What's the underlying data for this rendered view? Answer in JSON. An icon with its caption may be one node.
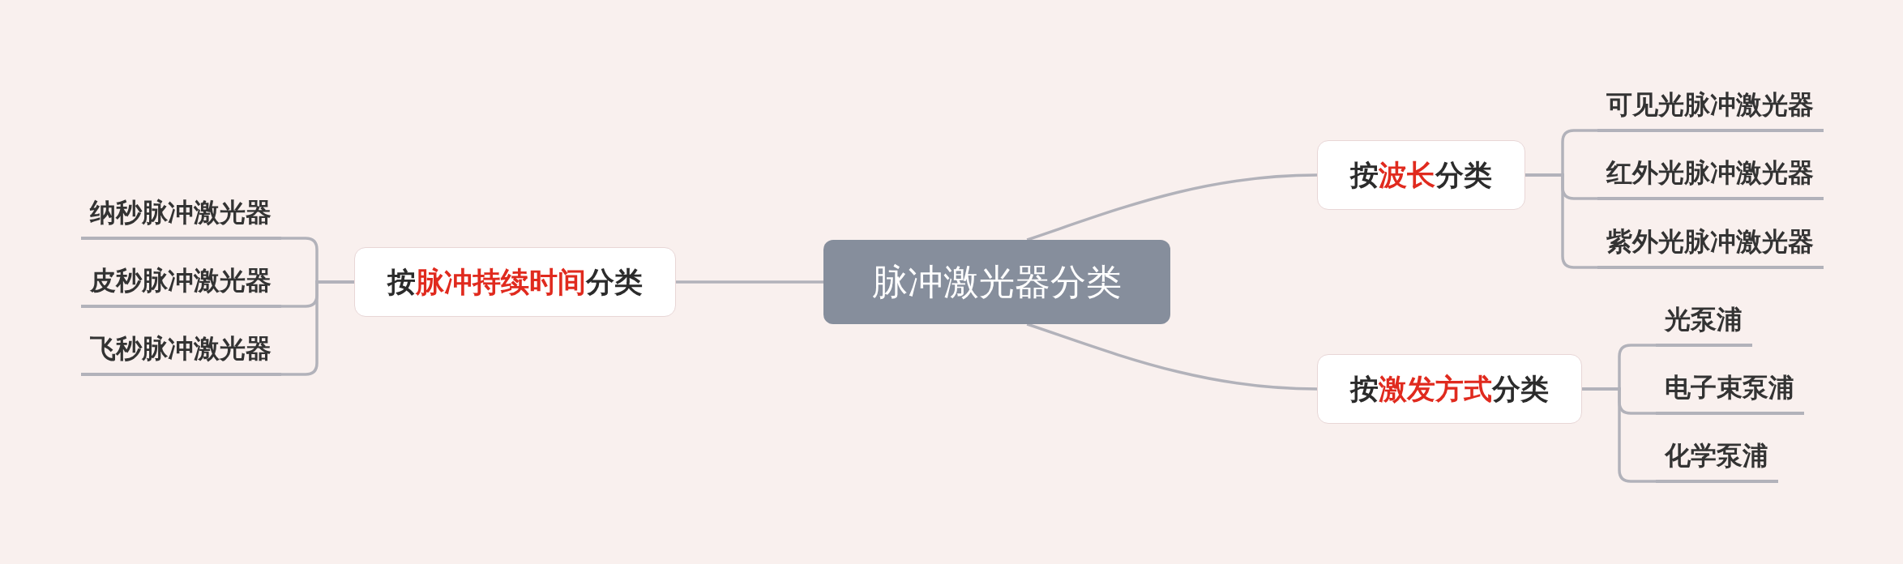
{
  "diagram": {
    "nodes": [
      {
        "text": [
          "脉冲激光器分类"
        ]
      },
      {
        "text": [
          "按**脉冲持续时间**分类"
        ]
      },
      {
        "text": [
          "纳秒脉冲激光器"
        ]
      },
      {
        "text": [
          "皮秒脉冲激光器"
        ]
      },
      {
        "text": [
          "飞秒脉冲激光器"
        ]
      },
      {
        "text": [
          "按**波长**分类"
        ]
      },
      {
        "text": [
          "可见光脉冲激光器"
        ]
      },
      {
        "text": [
          "红外光脉冲激光器"
        ]
      },
      {
        "text": [
          "紫外光脉冲激光器"
        ]
      },
      {
        "text": [
          "按**激发方式**分类"
        ]
      },
      {
        "text": [
          "光泵浦"
        ]
      },
      {
        "text": [
          "电子束泵浦"
        ]
      },
      {
        "text": [
          "化学泵浦"
        ]
      }
    ],
    "edges": [
      {
        "from": 0,
        "to": 1,
        "arrow": "none"
      },
      {
        "from": 1,
        "to": 2,
        "arrow": "none"
      },
      {
        "from": 1,
        "to": 3,
        "arrow": "none"
      },
      {
        "from": 1,
        "to": 4,
        "arrow": "none"
      },
      {
        "from": 0,
        "to": 5,
        "arrow": "none"
      },
      {
        "from": 5,
        "to": 6,
        "arrow": "none"
      },
      {
        "from": 5,
        "to": 7,
        "arrow": "none"
      },
      {
        "from": 5,
        "to": 8,
        "arrow": "none"
      },
      {
        "from": 0,
        "to": 9,
        "arrow": "none"
      },
      {
        "from": 9,
        "to": 10,
        "arrow": "none"
      },
      {
        "from": 9,
        "to": 11,
        "arrow": "none"
      },
      {
        "from": 9,
        "to": 12,
        "arrow": "none"
      }
    ]
  }
}
